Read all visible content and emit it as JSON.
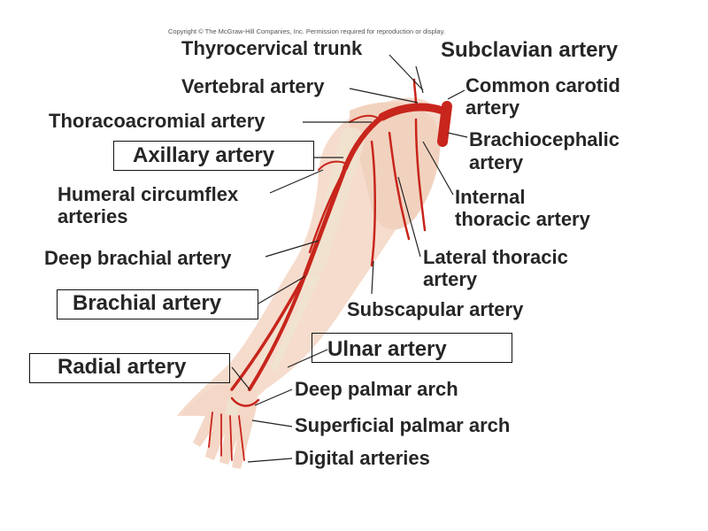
{
  "copyright": "Copyright © The McGraw-Hill Companies, Inc. Permission required for reproduction or display.",
  "labels": {
    "thyrocervical": "Thyrocervical trunk",
    "subclavian": "Subclavian artery",
    "vertebral": "Vertebral artery",
    "common_carotid_1": "Common carotid",
    "common_carotid_2": "artery",
    "thoracoacromial": "Thoracoacromial artery",
    "brachiocephalic_1": "Brachiocephalic",
    "brachiocephalic_2": "artery",
    "axillary": "Axillary artery",
    "humeral_1": "Humeral circumflex",
    "humeral_2": "arteries",
    "internal_thoracic_1": "Internal",
    "internal_thoracic_2": "thoracic artery",
    "deep_brachial": "Deep brachial artery",
    "lateral_thoracic_1": "Lateral thoracic",
    "lateral_thoracic_2": "artery",
    "brachial": "Brachial artery",
    "subscapular": "Subscapular artery",
    "ulnar": "Ulnar artery",
    "radial": "Radial artery",
    "deep_palmar": "Deep palmar arch",
    "superficial_palmar": "Superficial palmar arch",
    "digital": "Digital arteries"
  },
  "colors": {
    "artery": "#c8251c",
    "skin": "#f4d7c6",
    "bone": "#efe3cf",
    "leader": "#222222"
  }
}
